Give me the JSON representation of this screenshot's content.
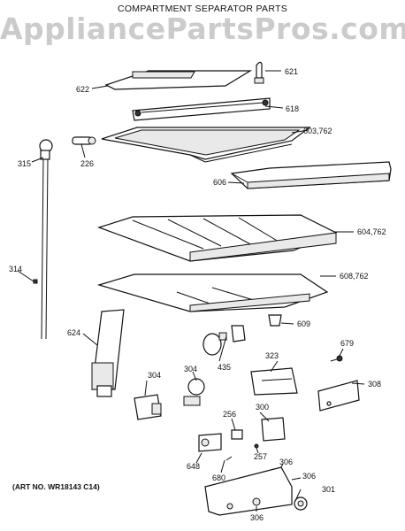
{
  "title": "COMPARTMENT SEPARATOR PARTS",
  "watermark": "AppliancePartsPros.com",
  "art_number": "(ART NO. WR18143 C14)",
  "callouts": [
    "621",
    "622",
    "618",
    "603,762",
    "315",
    "226",
    "606",
    "604,762",
    "314",
    "608,762",
    "609",
    "624",
    "679",
    "323",
    "435",
    "304",
    "304",
    "308",
    "300",
    "256",
    "257",
    "648",
    "306",
    "680",
    "306",
    "301",
    "306"
  ]
}
